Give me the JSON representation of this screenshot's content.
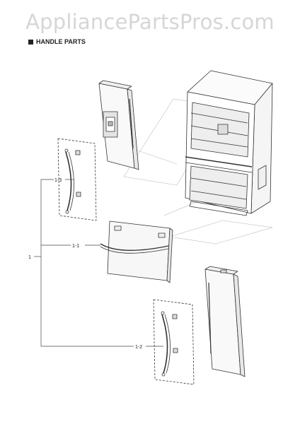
{
  "watermark": "AppliancePartsPros.com",
  "section_title": "HANDLE PARTS",
  "callouts": {
    "main": "1",
    "freezer_handle": "1-1",
    "right_door_handle": "1-2",
    "left_door_handle": "1-3"
  }
}
